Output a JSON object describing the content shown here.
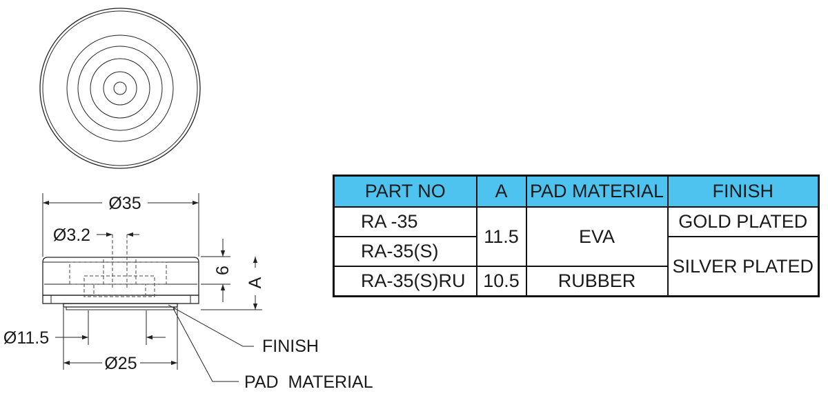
{
  "drawing": {
    "dims": {
      "outer_diameter": "Ø35",
      "pin_diameter": "Ø3.2",
      "height_6": "6",
      "height_a": "A",
      "pad_inner_diameter": "Ø11.5",
      "pad_outer_diameter": "Ø25"
    },
    "callouts": {
      "finish": "FINISH",
      "pad_material": "PAD  MATERIAL"
    }
  },
  "table": {
    "headers": [
      "PART NO",
      "A",
      "PAD MATERIAL",
      "FINISH"
    ],
    "rows": [
      {
        "part_no": "RA -35"
      },
      {
        "part_no": "RA-35(S)"
      },
      {
        "part_no": "RA-35(S)RU",
        "a": "10.5",
        "pad_material": "RUBBER"
      }
    ],
    "merged": {
      "a_rows_1_2": "11.5",
      "pad_material_rows_1_2": "EVA",
      "finish_row_1": "GOLD PLATED",
      "finish_rows_2_3": "SILVER PLATED"
    },
    "header_color": "#4ec3ef"
  }
}
